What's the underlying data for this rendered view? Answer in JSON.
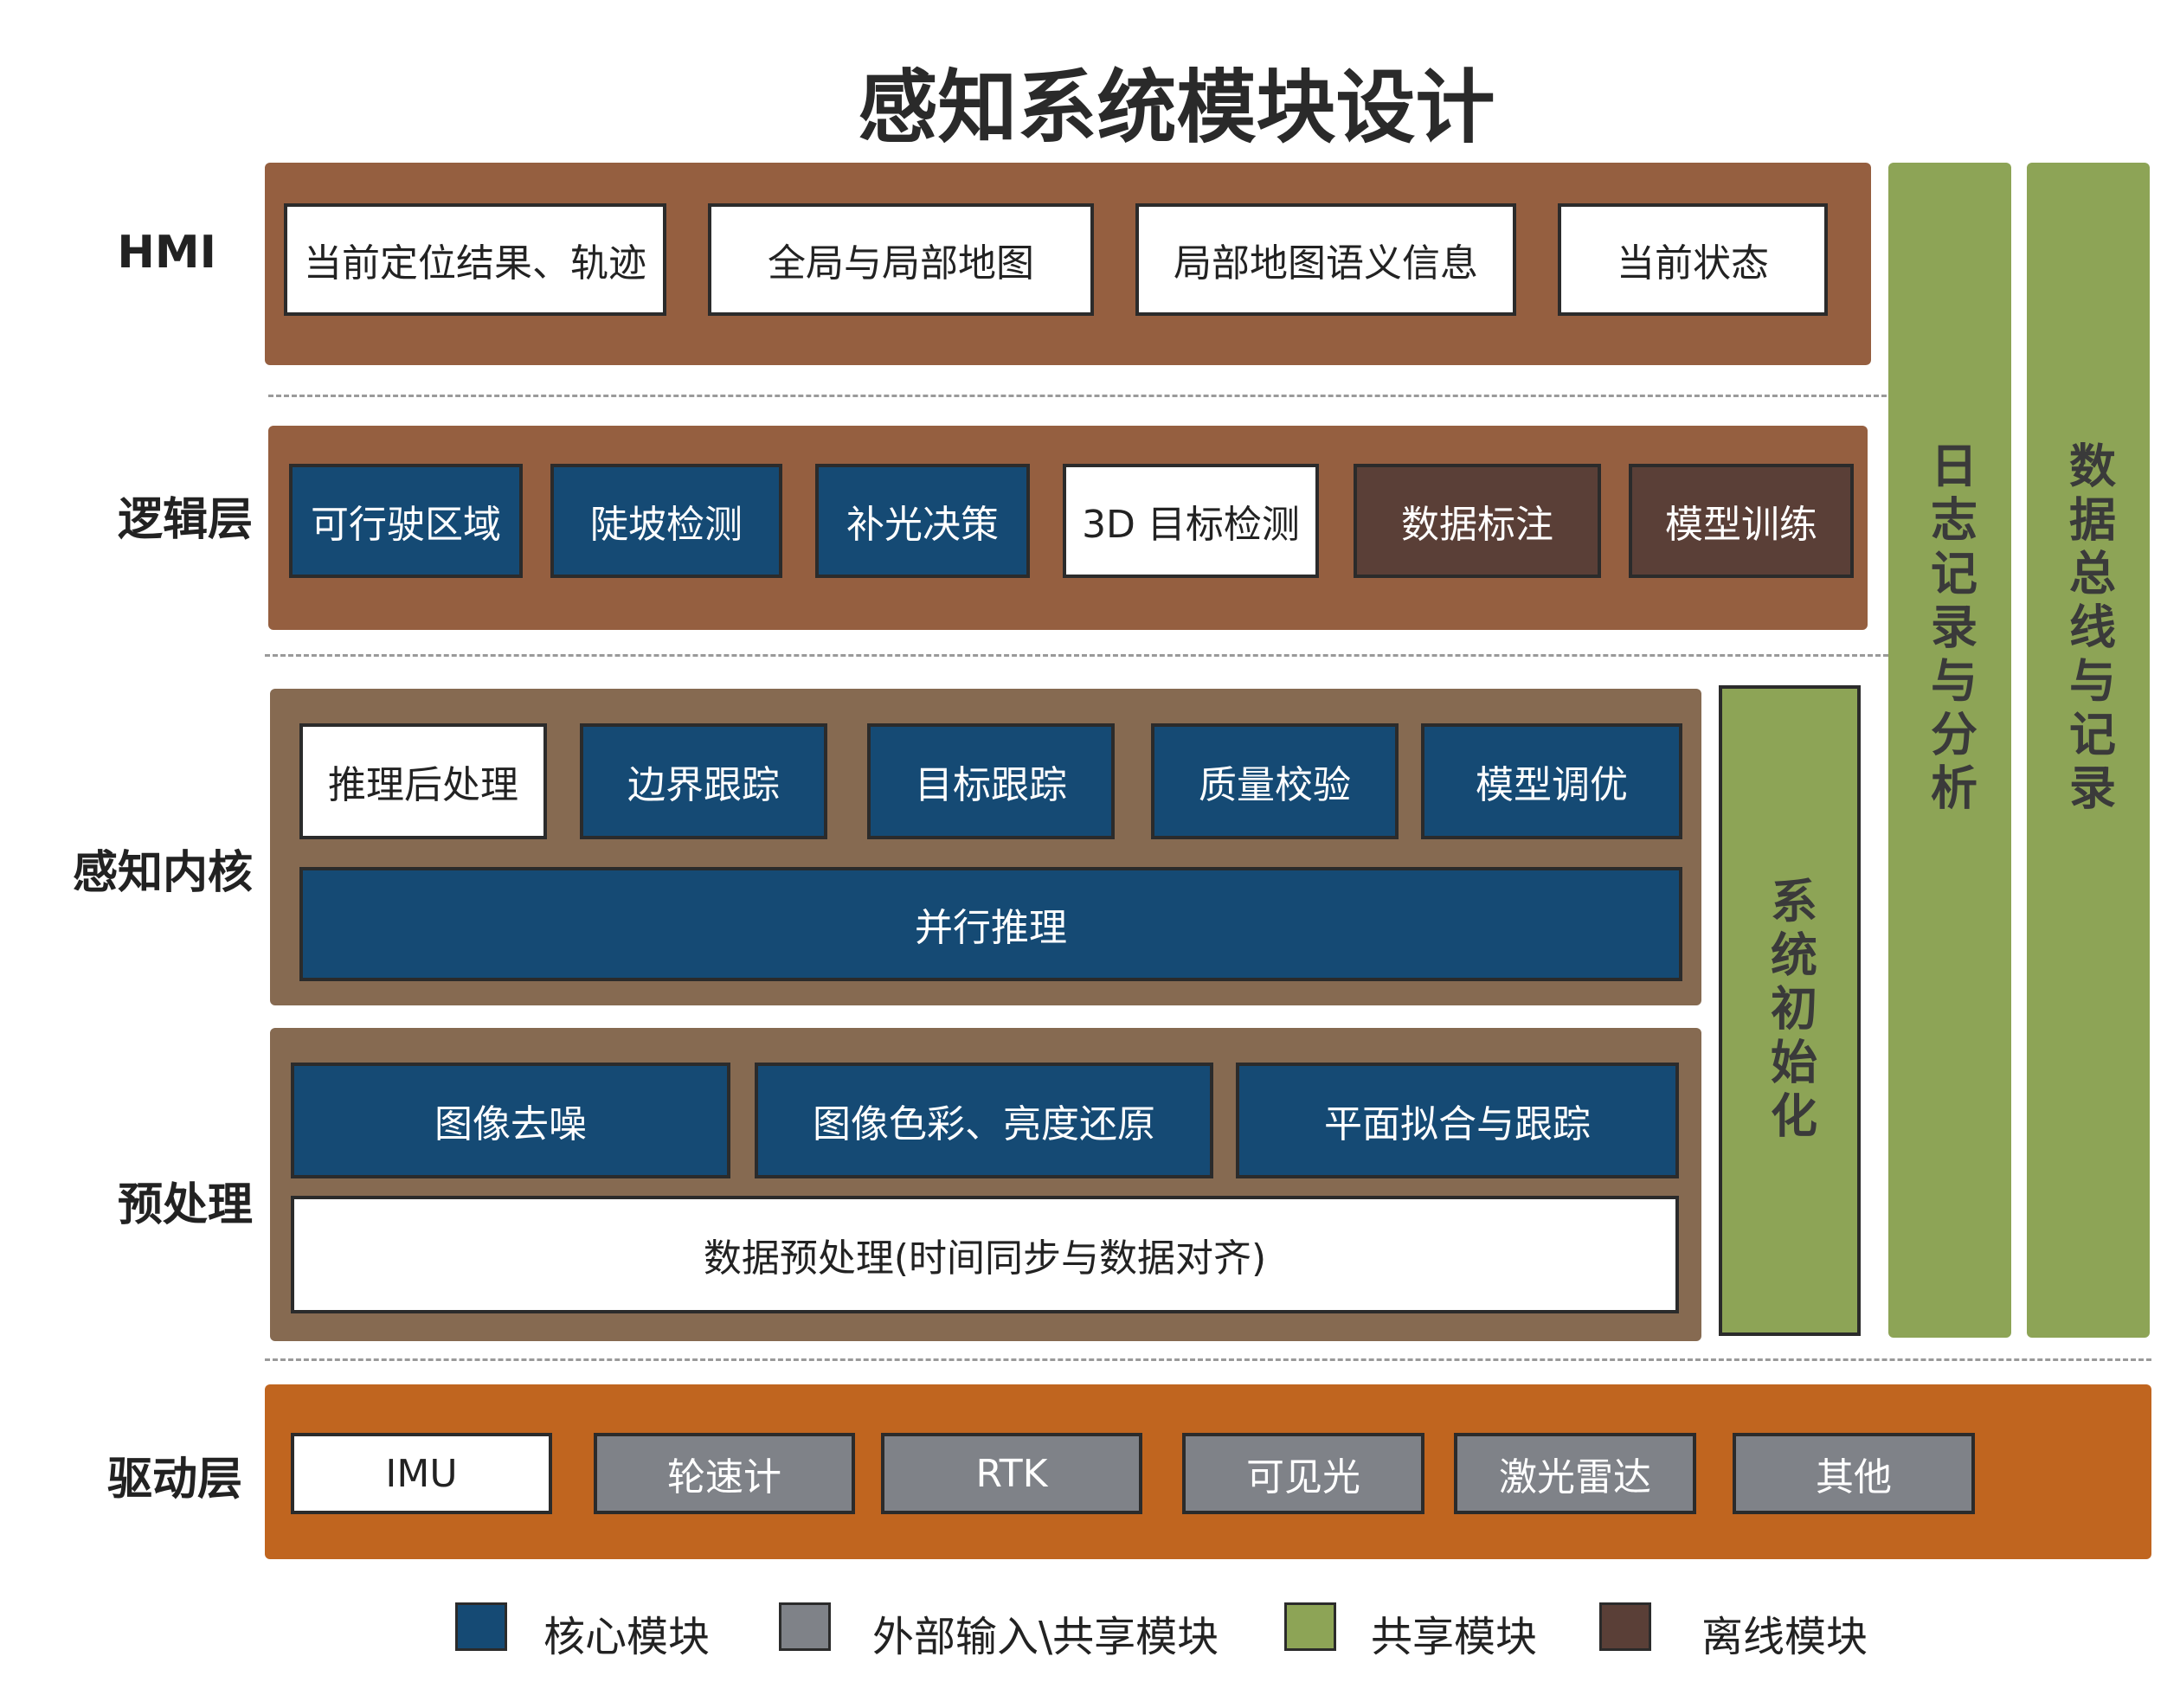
{
  "title": "感知系统模块设计",
  "layers": {
    "hmi": "HMI",
    "logic": "逻辑层",
    "kernel": "感知内核",
    "preprocess": "预处理",
    "driver": "驱动层"
  },
  "hmi": [
    "当前定位结果、轨迹",
    "全局与局部地图",
    "局部地图语义信息",
    "当前状态"
  ],
  "logic": [
    "可行驶区域",
    "陡坡检测",
    "补光决策",
    "3D 目标检测",
    "数据标注",
    "模型训练"
  ],
  "kernel": {
    "row": [
      "推理后处理",
      "边界跟踪",
      "目标跟踪",
      "质量校验",
      "模型调优"
    ],
    "wide": "并行推理"
  },
  "preprocess": {
    "row": [
      "图像去噪",
      "图像色彩、亮度还原",
      "平面拟合与跟踪"
    ],
    "wide": "数据预处理(时间同步与数据对齐)"
  },
  "driver": [
    "IMU",
    "轮速计",
    "RTK",
    "可见光",
    "激光雷达",
    "其他"
  ],
  "side": {
    "init": "系统初始化",
    "log": "日志记录与分析",
    "bus": "数据总线与记录"
  },
  "legend": [
    "核心模块",
    "外部输入\\共享模块",
    "共享模块",
    "离线模块"
  ],
  "colors": {
    "hmi_band": "#955f40",
    "logic_band": "#955f40",
    "kernel_band": "#866a51",
    "driver_band": "#c0651f",
    "core": "#154a74",
    "external": "#7f8288",
    "shared": "#8da456",
    "offline": "#5a3f37"
  }
}
